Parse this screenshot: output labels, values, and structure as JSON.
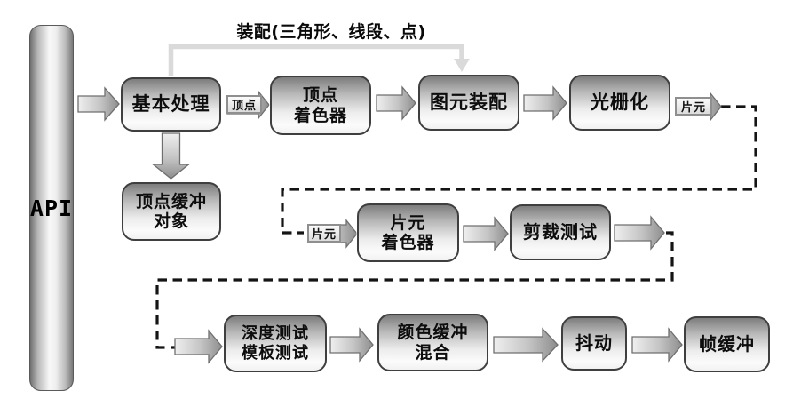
{
  "diagram": {
    "type": "flowchart",
    "subject": "OpenGL ES rendering pipeline"
  },
  "api_bar": {
    "label": "API"
  },
  "assembly_note": {
    "label": "装配(三角形、线段、点)"
  },
  "pipeline": {
    "basic_processing": {
      "label": "基本处理"
    },
    "vertex_shader": {
      "label": "顶点\n着色器"
    },
    "primitive_assembly": {
      "label": "图元装配"
    },
    "rasterization": {
      "label": "光栅化"
    },
    "vertex_buffer_object": {
      "label": "顶点缓冲\n对象"
    },
    "fragment_shader": {
      "label": "片元\n着色器"
    },
    "scissor_test": {
      "label": "剪裁测试"
    },
    "depth_stencil_test": {
      "label": "深度测试\n模板测试"
    },
    "color_buffer_blend": {
      "label": "颜色缓冲\n混合"
    },
    "dithering": {
      "label": "抖动"
    },
    "frame_buffer": {
      "label": "帧缓冲"
    }
  },
  "edge_labels": {
    "vertex": {
      "label": "顶点"
    },
    "fragment_top": {
      "label": "片元"
    },
    "fragment_mid": {
      "label": "片元"
    }
  },
  "colors": {
    "background": "#ffffff",
    "box_border": "#3f3f3f",
    "box_gradient_top": "#7d7d7d",
    "box_gradient_bottom": "#f2f2f2",
    "arrow_light": "#ececec",
    "arrow_dark": "#8d8d8d",
    "dash_line": "#141414",
    "light_connector": "#dadada",
    "text": "#0d0d0d"
  }
}
